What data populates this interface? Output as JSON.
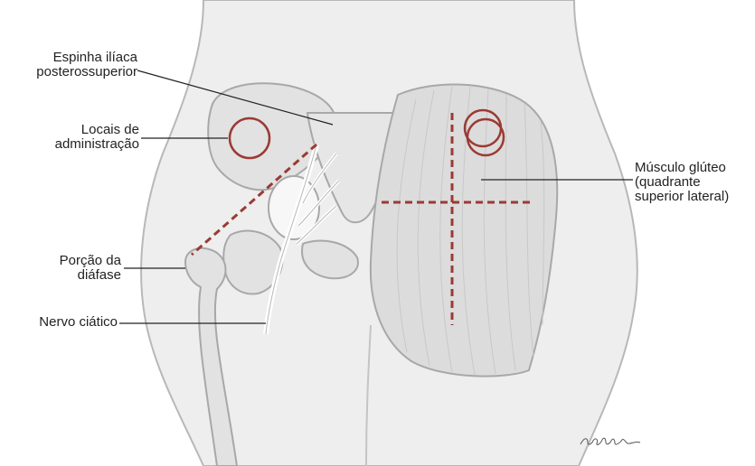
{
  "labels": {
    "espinha": {
      "line1": "Espinha ilíaca",
      "line2": "posterossuperior"
    },
    "locais": {
      "line1": "Locais de",
      "line2": "administração"
    },
    "porcao": {
      "line1": "Porção da",
      "line2": "diáfase"
    },
    "nervo": {
      "line1": "Nervo ciático"
    },
    "musculo": {
      "line1": "Músculo glúteo",
      "line2": "(quadrante",
      "line3": "superior lateral)"
    }
  },
  "colors": {
    "background": "#ffffff",
    "body_fill": "#eeeeee",
    "body_outline": "#b8b8b8",
    "bone_fill": "#e2e2e2",
    "bone_outline": "#a8a8a8",
    "muscle_fill": "#dcdcdc",
    "injection_marker": "#9b3a34",
    "leader_line": "#222222",
    "nerve": "#f4f4f4"
  },
  "icons": {
    "signature": "artist-signature"
  }
}
